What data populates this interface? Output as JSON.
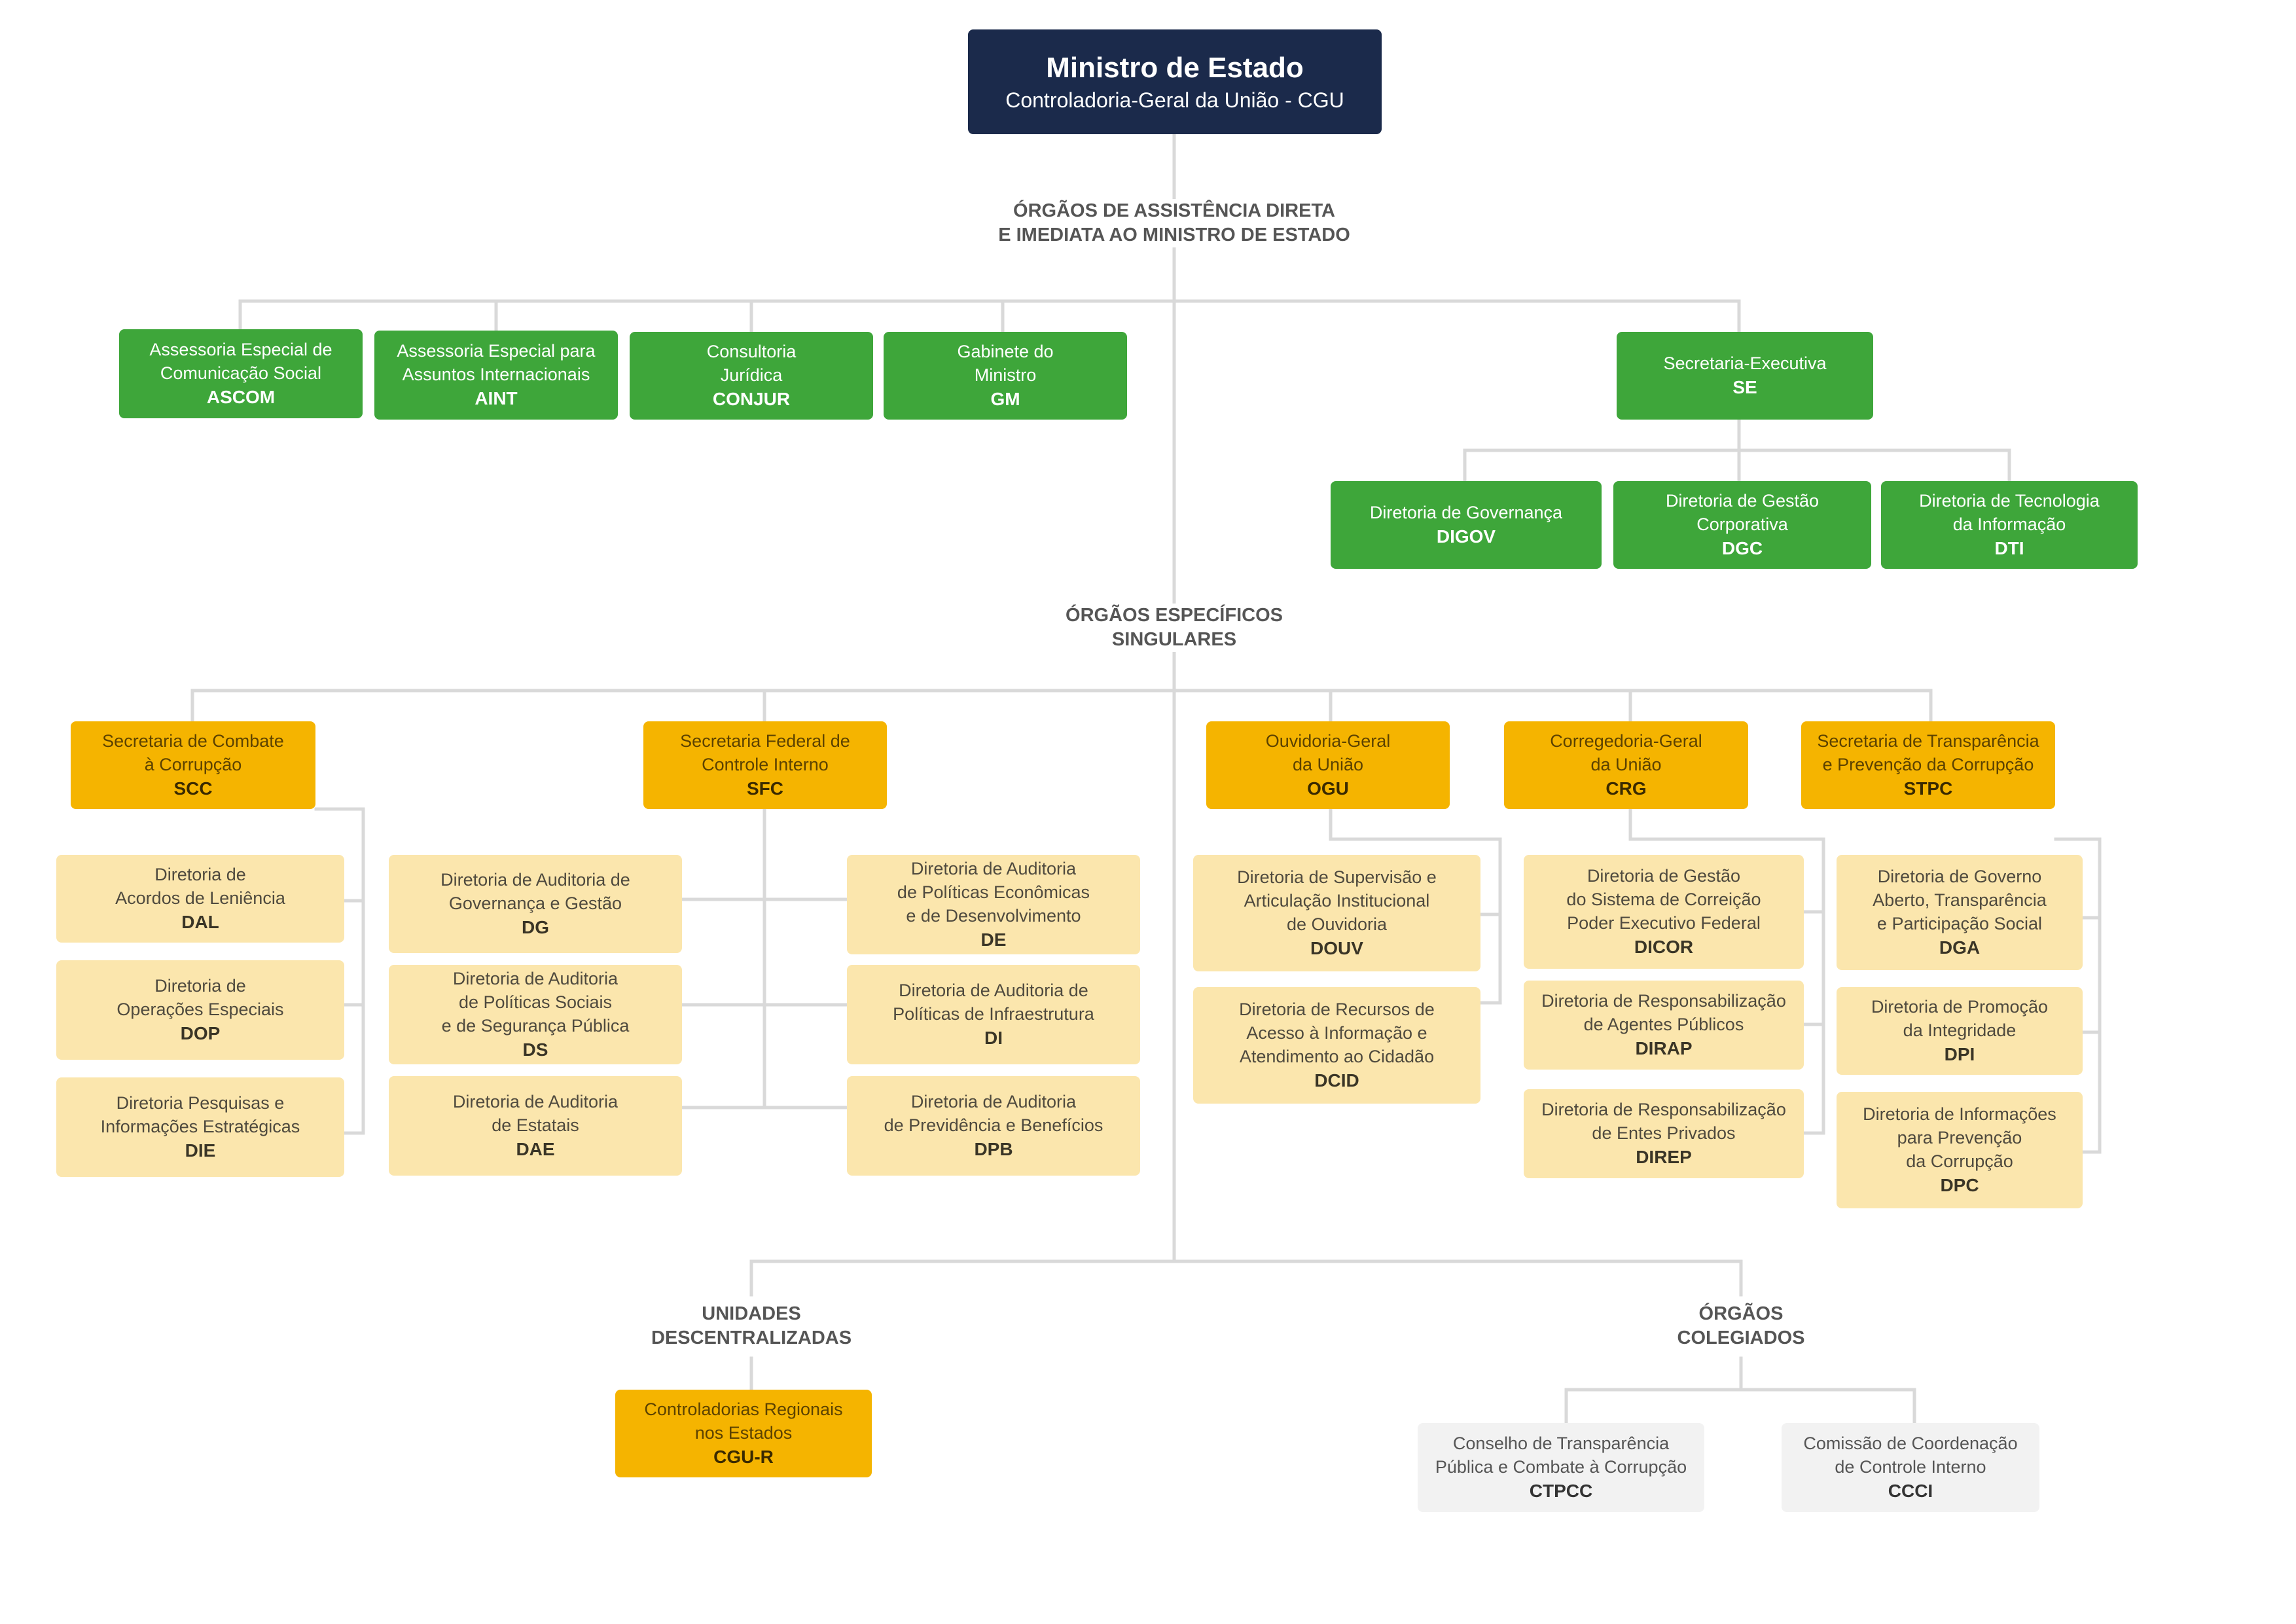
{
  "colors": {
    "minister": "#1b2a4b",
    "direct_assistance": "#3ea63a",
    "secretariat": "#f5b400",
    "directorate": "#fbe6ad",
    "collegiate": "#f2f2f2",
    "connector": "#d9d9d9"
  },
  "minister": {
    "title": "Ministro de Estado",
    "subtitle": "Controladoria-Geral da União - CGU"
  },
  "sections": {
    "direct": "ÓRGÃOS DE ASSISTÊNCIA DIRETA\nE IMEDIATA AO MINISTRO DE ESTADO",
    "specific": "ÓRGÃOS ESPECÍFICOS\nSINGULARES",
    "decentralized": "UNIDADES\nDESCENTRALIZADAS",
    "collegiate": "ÓRGÃOS\nCOLEGIADOS"
  },
  "direct_units": [
    {
      "name": "Assessoria Especial de\nComunicação Social",
      "abbr": "ASCOM"
    },
    {
      "name": "Assessoria Especial para\nAssuntos Internacionais",
      "abbr": "AINT"
    },
    {
      "name": "Consultoria\nJurídica",
      "abbr": "CONJUR"
    },
    {
      "name": "Gabinete do\nMinistro",
      "abbr": "GM"
    }
  ],
  "executive": {
    "name": "Secretaria-Executiva",
    "abbr": "SE",
    "children": [
      {
        "name": "Diretoria de Governança",
        "abbr": "DIGOV"
      },
      {
        "name": "Diretoria de Gestão\nCorporativa",
        "abbr": "DGC"
      },
      {
        "name": "Diretoria de Tecnologia\nda Informação",
        "abbr": "DTI"
      }
    ]
  },
  "secretariats": {
    "scc": {
      "name": "Secretaria de Combate\nà Corrupção",
      "abbr": "SCC",
      "children": [
        {
          "name": "Diretoria de\nAcordos de Leniência",
          "abbr": "DAL"
        },
        {
          "name": "Diretoria de\nOperações Especiais",
          "abbr": "DOP"
        },
        {
          "name": "Diretoria Pesquisas e\nInformações Estratégicas",
          "abbr": "DIE"
        }
      ]
    },
    "sfc": {
      "name": "Secretaria Federal de\nControle Interno",
      "abbr": "SFC",
      "left": [
        {
          "name": "Diretoria de Auditoria de\nGovernança e Gestão",
          "abbr": "DG"
        },
        {
          "name": "Diretoria de Auditoria\nde Políticas Sociais\ne de Segurança Pública",
          "abbr": "DS"
        },
        {
          "name": "Diretoria de Auditoria\nde Estatais",
          "abbr": "DAE"
        }
      ],
      "right": [
        {
          "name": "Diretoria de Auditoria\nde Políticas Econômicas\ne de Desenvolvimento",
          "abbr": "DE"
        },
        {
          "name": "Diretoria de Auditoria de\nPolíticas de Infraestrutura",
          "abbr": "DI"
        },
        {
          "name": "Diretoria de Auditoria\nde Previdência e Benefícios",
          "abbr": "DPB"
        }
      ]
    },
    "ogu": {
      "name": "Ouvidoria-Geral\nda União",
      "abbr": "OGU",
      "children": [
        {
          "name": "Diretoria de Supervisão e\nArticulação Institucional\nde Ouvidoria",
          "abbr": "DOUV"
        },
        {
          "name": "Diretoria de Recursos de\nAcesso à Informação e\nAtendimento ao Cidadão",
          "abbr": "DCID"
        }
      ]
    },
    "crg": {
      "name": "Corregedoria-Geral\nda União",
      "abbr": "CRG",
      "children": [
        {
          "name": "Diretoria de Gestão\ndo Sistema de Correição\nPoder Executivo Federal",
          "abbr": "DICOR"
        },
        {
          "name": "Diretoria de Responsabilização\nde Agentes Públicos",
          "abbr": "DIRAP"
        },
        {
          "name": "Diretoria de Responsabilização\nde Entes Privados",
          "abbr": "DIREP"
        }
      ]
    },
    "stpc": {
      "name": "Secretaria de Transparência\ne Prevenção da Corrupção",
      "abbr": "STPC",
      "children": [
        {
          "name": "Diretoria de Governo\nAberto, Transparência\ne Participação Social",
          "abbr": "DGA"
        },
        {
          "name": "Diretoria de Promoção\nda Integridade",
          "abbr": "DPI"
        },
        {
          "name": "Diretoria de Informações\npara Prevenção\nda Corrupção",
          "abbr": "DPC"
        }
      ]
    }
  },
  "regional": {
    "name": "Controladorias Regionais\nnos Estados",
    "abbr": "CGU-R"
  },
  "collegiate_units": [
    {
      "name": "Conselho de Transparência\nPública e Combate à Corrupção",
      "abbr": "CTPCC"
    },
    {
      "name": "Comissão de Coordenação\nde Controle Interno",
      "abbr": "CCCI"
    }
  ]
}
